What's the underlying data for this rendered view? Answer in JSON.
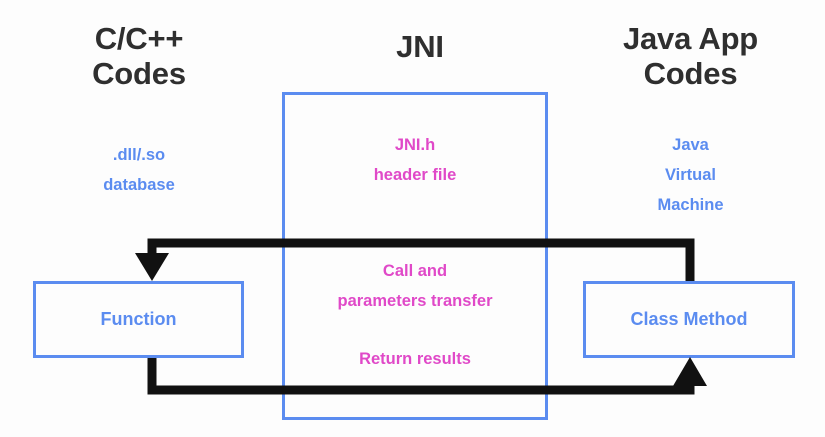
{
  "diagram": {
    "title_columns": [
      {
        "id": "c-cpp",
        "label": "C/C++\nCodes"
      },
      {
        "id": "jni",
        "label": "JNI"
      },
      {
        "id": "java-app",
        "label": "Java App\nCodes"
      }
    ],
    "captions": [
      {
        "id": "dll-database",
        "label": ".dll/.so\ndatabase",
        "color": "#5b8cf0"
      },
      {
        "id": "jni-header-file",
        "label": "JNI.h\nheader file",
        "color": "#e049c8"
      },
      {
        "id": "java-virtual-machine",
        "label": "Java\nVirtual\nMachine",
        "color": "#5b8cf0"
      },
      {
        "id": "call-and-parameters",
        "label": "Call and\nparameters transfer",
        "color": "#e049c8"
      },
      {
        "id": "return-results",
        "label": "Return results",
        "color": "#e049c8"
      }
    ],
    "boxes": [
      {
        "id": "function",
        "label": "Function"
      },
      {
        "id": "class-method",
        "label": "Class Method"
      }
    ],
    "flows": [
      {
        "id": "call-flow",
        "from": "class-method",
        "to": "function",
        "direction": "right-to-left",
        "arrowhead": "down"
      },
      {
        "id": "return-flow",
        "from": "function",
        "to": "class-method",
        "direction": "left-to-right",
        "arrowhead": "up"
      }
    ],
    "colors": {
      "accent_blue": "#5b8cf0",
      "accent_pink": "#e049c8",
      "heading_dark": "#2f2f2f",
      "arrow_black": "#111111",
      "background": "#fdfdfd"
    }
  }
}
